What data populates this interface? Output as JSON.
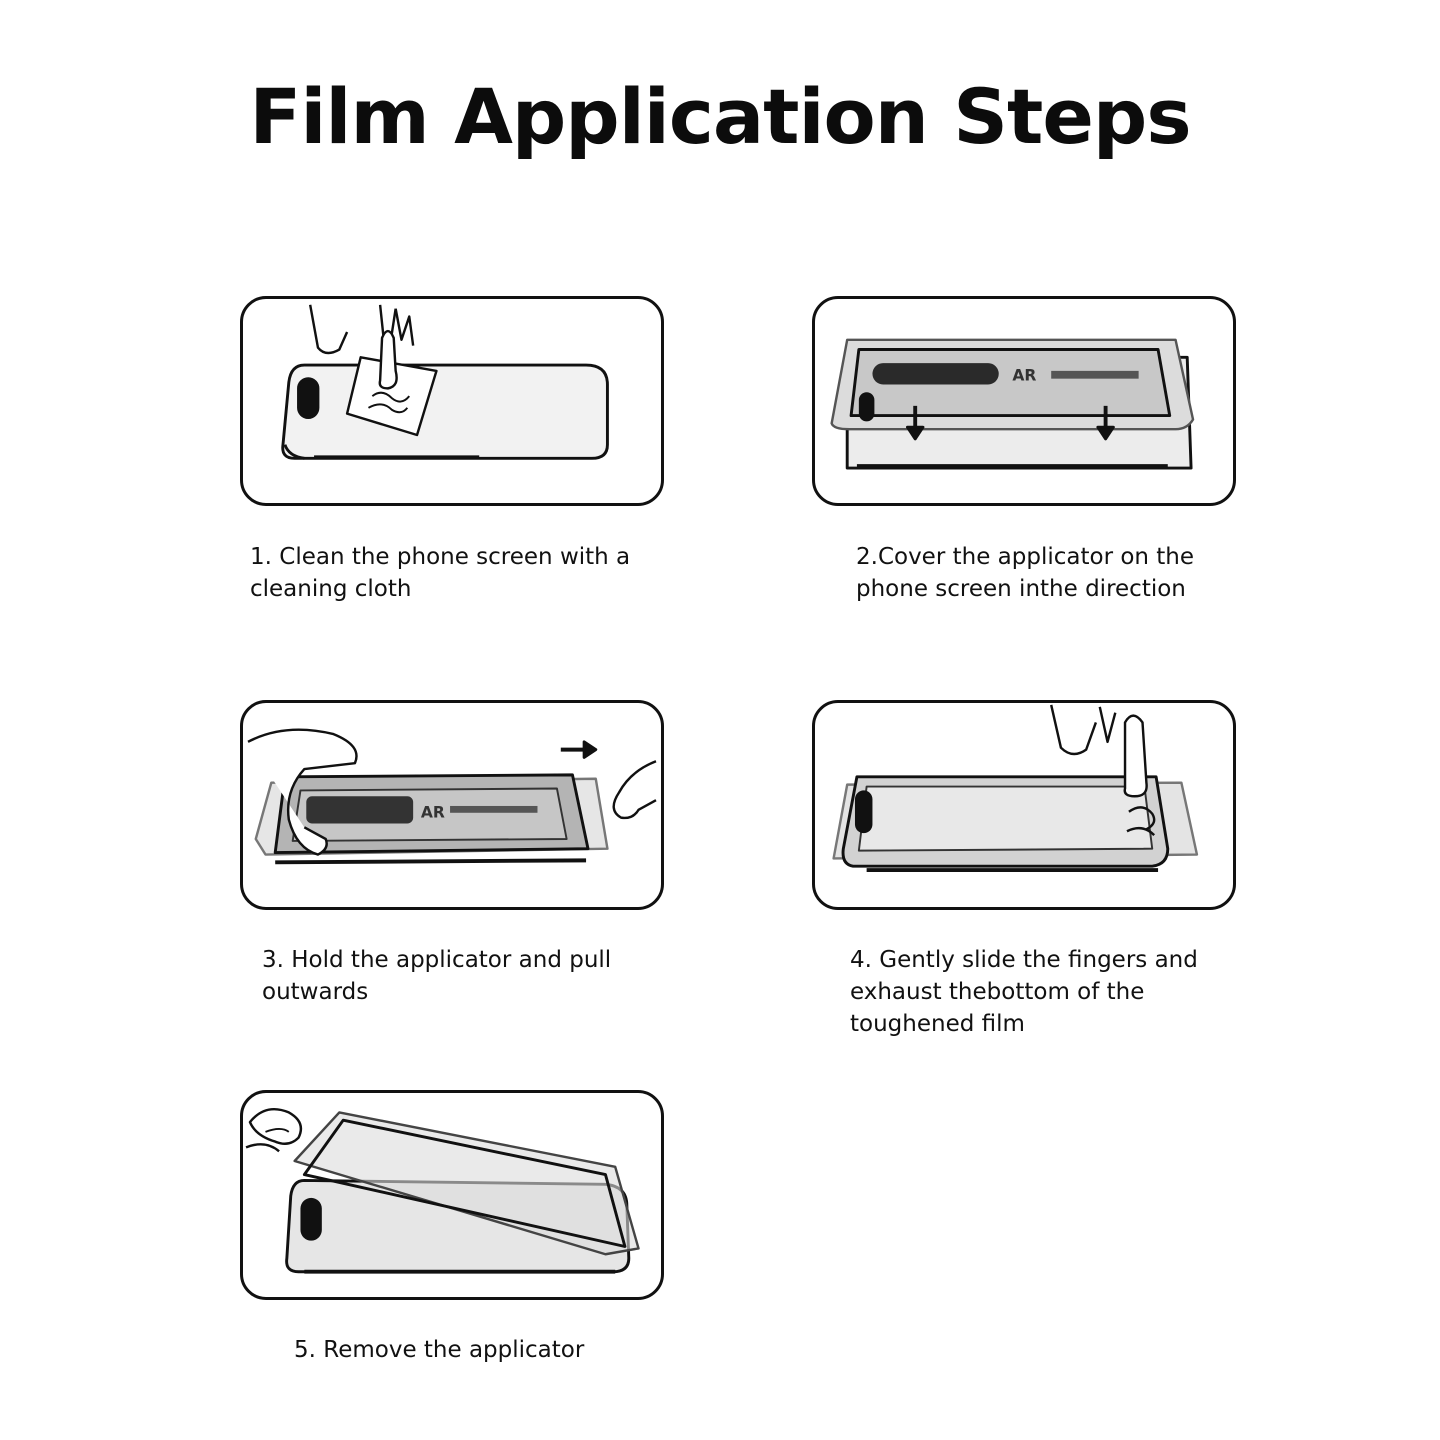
{
  "title": "Film Application Steps",
  "steps": [
    {
      "lines": [
        "1. Clean the phone screen with a",
        "cleaning cloth"
      ],
      "illustration": "wipe-screen-illustration"
    },
    {
      "lines": [
        "2.Cover the applicator on the",
        "phone screen inthe direction"
      ],
      "illustration": "place-applicator-illustration",
      "label_text": "AR"
    },
    {
      "lines": [
        "3. Hold the applicator and pull",
        "outwards"
      ],
      "illustration": "pull-applicator-illustration",
      "label_text": "AR"
    },
    {
      "lines": [
        "4. Gently slide the fingers and",
        "exhaust thebottom of the",
        "toughened film"
      ],
      "illustration": "slide-fingers-illustration"
    },
    {
      "lines": [
        "5. Remove the applicator"
      ],
      "illustration": "remove-applicator-illustration"
    }
  ]
}
